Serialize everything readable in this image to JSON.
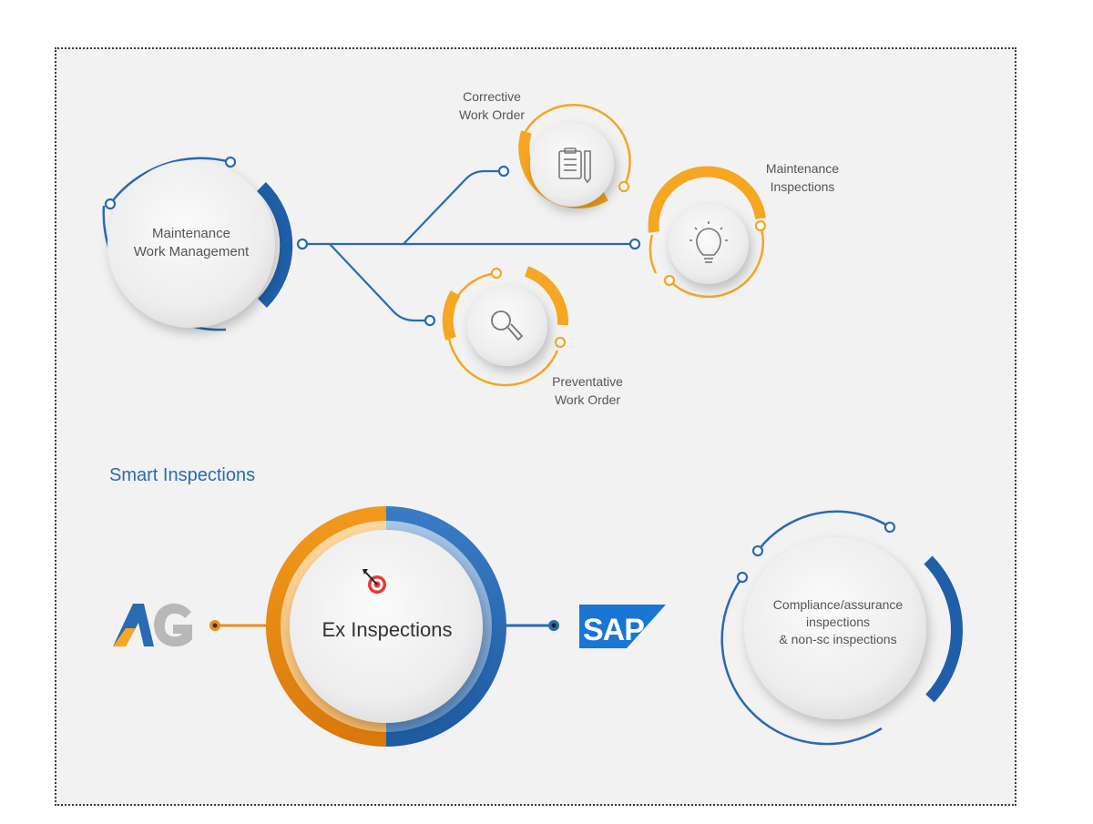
{
  "top_diagram": {
    "central_node": {
      "label_line1": "Maintenance",
      "label_line2": "Work Management"
    },
    "branches": [
      {
        "id": "corrective",
        "label_line1": "Corrective",
        "label_line2": "Work Order",
        "icon": "clipboard-icon"
      },
      {
        "id": "inspections",
        "label_line1": "Maintenance",
        "label_line2": "Inspections",
        "icon": "lightbulb-icon"
      },
      {
        "id": "preventative",
        "label_line1": "Preventative",
        "label_line2": "Work Order",
        "icon": "magnifier-icon"
      }
    ]
  },
  "smart_inspections": {
    "title": "Smart Inspections",
    "left_logo": "AG",
    "center_node": {
      "label": "Ex Inspections",
      "icon": "target-icon"
    },
    "right_logo": "SAP",
    "side_node": {
      "label_line1": "Compliance/assurance",
      "label_line2": "inspections",
      "label_line3": "& non-sc inspections"
    }
  },
  "colors": {
    "blue": "#2a6ab3",
    "orange": "#f5a623",
    "dark_orange": "#ef8c1a",
    "frame_bg": "#f2f2f2",
    "border": "#3a3a3a"
  }
}
